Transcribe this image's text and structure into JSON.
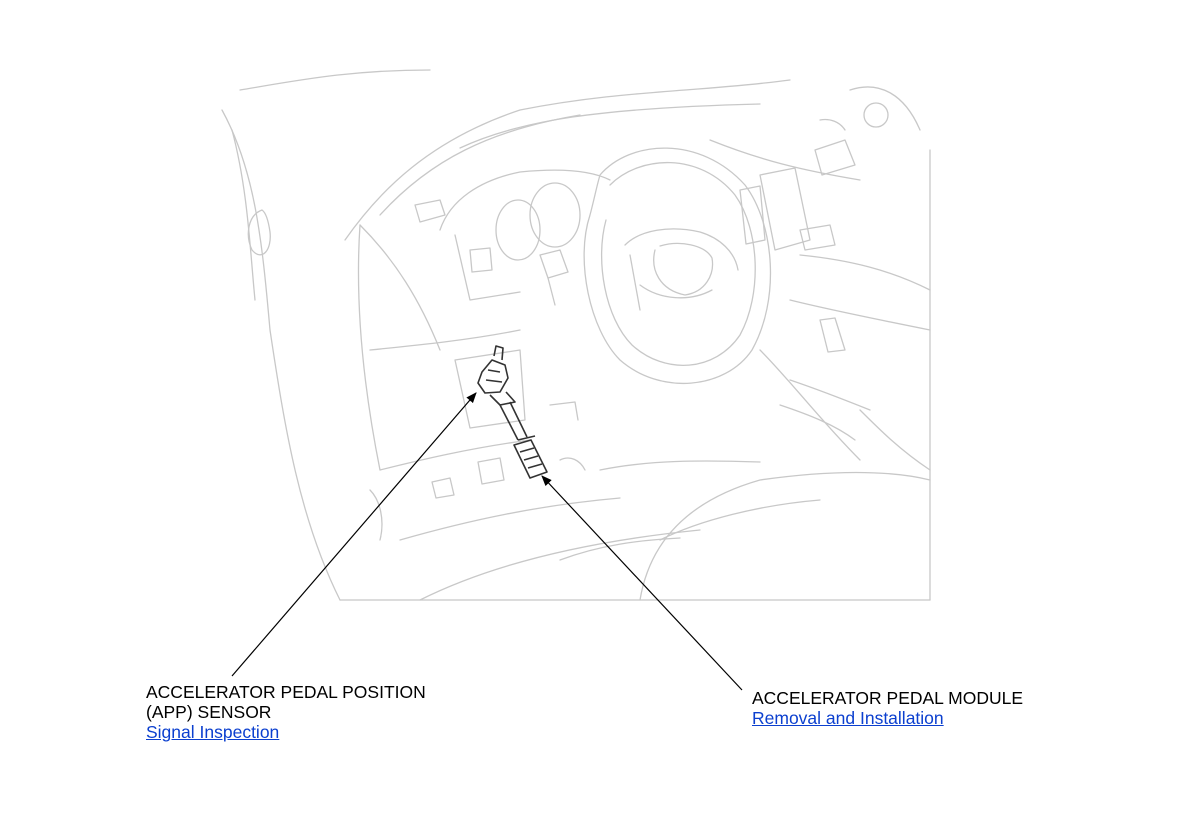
{
  "callouts": {
    "app_sensor": {
      "line1": "ACCELERATOR PEDAL POSITION",
      "line2": "(APP) SENSOR",
      "link": "Signal Inspection"
    },
    "pedal_module": {
      "line1": "ACCELERATOR PEDAL MODULE",
      "link": "Removal and Installation"
    }
  },
  "colors": {
    "link": "#0b3fcf",
    "line_art": "#c8c8c8",
    "component": "#333333",
    "text": "#000000"
  }
}
